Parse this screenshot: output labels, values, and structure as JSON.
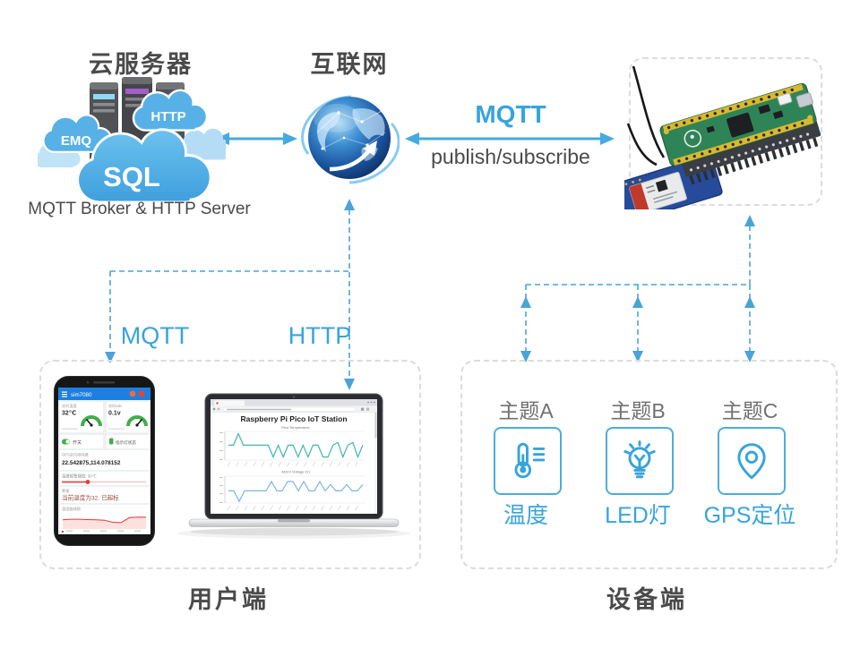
{
  "colors": {
    "accent_blue": "#36a4dc",
    "arrow_blue": "#45aadf",
    "dash_blue": "#4aa3d9",
    "box_dash_gray": "#dcdcdc",
    "text_dark": "#4a4a4a",
    "chart_teal": "#3db8a5",
    "chart_lightblue": "#7fb3e3",
    "alert_red": "#e53935"
  },
  "cloud_server": {
    "title": "云服务器",
    "cloud_emq": "EMQ",
    "cloud_http": "HTTP",
    "cloud_sql": "SQL",
    "caption": "MQTT Broker & HTTP Server"
  },
  "internet": {
    "title": "互联网"
  },
  "pico_link": {
    "protocol": "MQTT",
    "mode": "publish/subscribe"
  },
  "user_links": {
    "left": "MQTT",
    "right": "HTTP"
  },
  "user_side": {
    "caption": "用户端",
    "phone": {
      "app_title": "sim7080",
      "temp_label": "实时温度",
      "temp_value": "32℃",
      "adc_label": "实时adc",
      "adc_value": "0.1v",
      "switch_label": "开关",
      "lamp_label": "指示灯状态",
      "gps_label": "GPS定位经纬度",
      "gps_value": "22.542875,114.078152",
      "threshold_label": "温度报警阈值: 30℃",
      "alarm_label": "警报",
      "alarm_value": "当前温度为32, 已超标",
      "chart_label": "温度曲线图",
      "chart_points": [
        55,
        58,
        58,
        56,
        55,
        52,
        38,
        36,
        68,
        72,
        71
      ]
    },
    "laptop": {
      "page_title": "Raspberry Pi Pico IoT Station",
      "chart1_title": "Pico Temperature",
      "chart2_title": "ADC0 Voltage (V)",
      "chart1_points": [
        52,
        52,
        95,
        52,
        52,
        52,
        52,
        52,
        52,
        8,
        52,
        8,
        52,
        52,
        8,
        52,
        8,
        52,
        52,
        8,
        8,
        52,
        62,
        8,
        52,
        62,
        8,
        52
      ],
      "chart2_points": [
        45,
        45,
        3,
        45,
        45,
        45,
        45,
        45,
        82,
        45,
        45,
        82,
        82,
        45,
        82,
        45,
        45,
        82,
        45,
        70,
        45,
        45,
        70,
        45,
        45,
        70
      ]
    }
  },
  "device_side": {
    "caption": "设备端",
    "topics": [
      {
        "name": "主题A",
        "icon": "thermometer-icon",
        "label": "温度"
      },
      {
        "name": "主题B",
        "icon": "bulb-icon",
        "label": "LED灯"
      },
      {
        "name": "主题C",
        "icon": "location-pin-icon",
        "label": "GPS定位"
      }
    ]
  }
}
